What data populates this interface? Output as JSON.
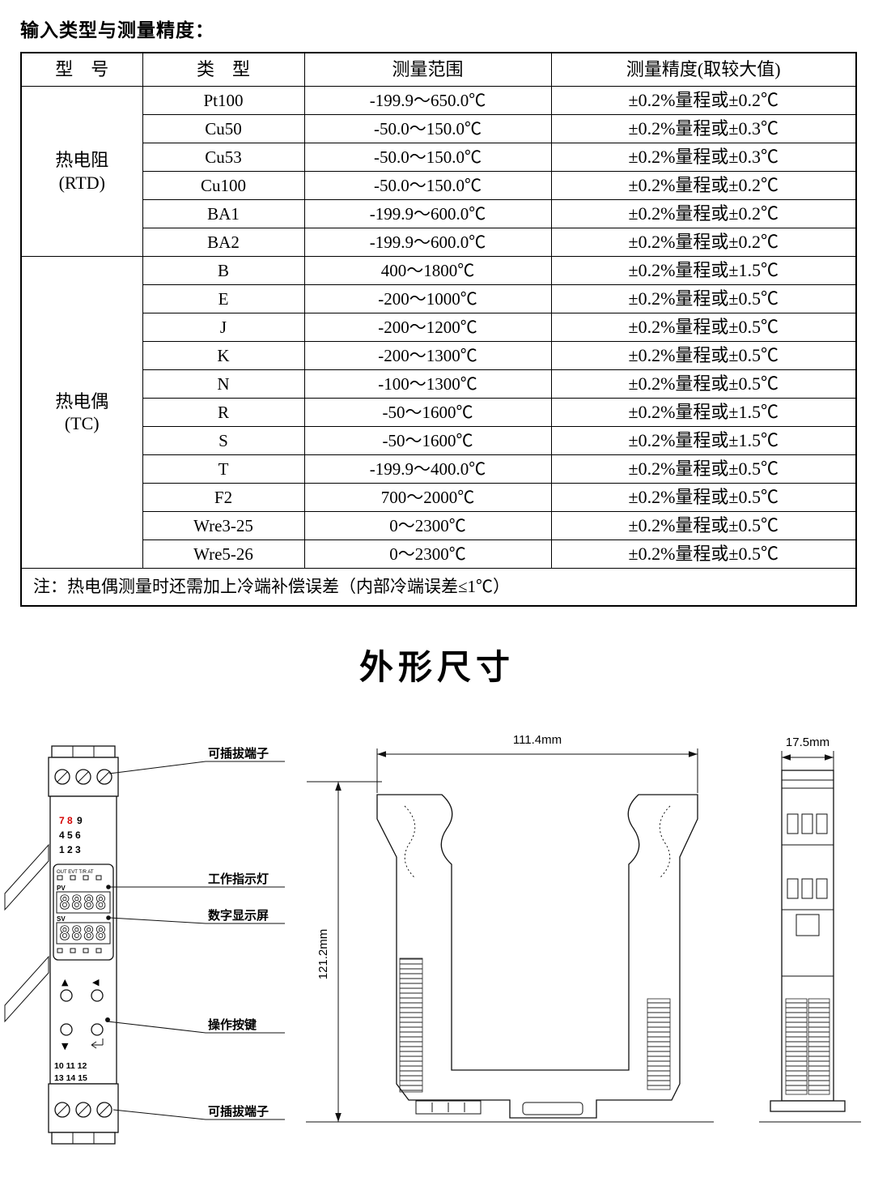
{
  "page": {
    "title": "输入类型与测量精度："
  },
  "table": {
    "headers": {
      "model": "型　号",
      "type": "类　型",
      "range": "测量范围",
      "accuracy": "测量精度(取较大值)"
    },
    "groups": [
      {
        "name": "热电阻",
        "abbr": "(RTD)"
      },
      {
        "name": "热电偶",
        "abbr": "(TC)"
      }
    ],
    "rows": [
      {
        "type": "Pt100",
        "range": "-199.9～650.0℃",
        "accuracy": "±0.2%量程或±0.2℃"
      },
      {
        "type": "Cu50",
        "range": "-50.0～150.0℃",
        "accuracy": "±0.2%量程或±0.3℃"
      },
      {
        "type": "Cu53",
        "range": "-50.0～150.0℃",
        "accuracy": "±0.2%量程或±0.3℃"
      },
      {
        "type": "Cu100",
        "range": "-50.0～150.0℃",
        "accuracy": "±0.2%量程或±0.2℃"
      },
      {
        "type": "BA1",
        "range": "-199.9～600.0℃",
        "accuracy": "±0.2%量程或±0.2℃"
      },
      {
        "type": "BA2",
        "range": "-199.9～600.0℃",
        "accuracy": "±0.2%量程或±0.2℃"
      },
      {
        "type": "B",
        "range": "400～1800℃",
        "accuracy": "±0.2%量程或±1.5℃"
      },
      {
        "type": "E",
        "range": "-200～1000℃",
        "accuracy": "±0.2%量程或±0.5℃"
      },
      {
        "type": "J",
        "range": "-200～1200℃",
        "accuracy": "±0.2%量程或±0.5℃"
      },
      {
        "type": "K",
        "range": "-200～1300℃",
        "accuracy": "±0.2%量程或±0.5℃"
      },
      {
        "type": "N",
        "range": "-100～1300℃",
        "accuracy": "±0.2%量程或±0.5℃"
      },
      {
        "type": "R",
        "range": "-50～1600℃",
        "accuracy": "±0.2%量程或±1.5℃"
      },
      {
        "type": "S",
        "range": "-50～1600℃",
        "accuracy": "±0.2%量程或±1.5℃"
      },
      {
        "type": "T",
        "range": "-199.9～400.0℃",
        "accuracy": "±0.2%量程或±0.5℃"
      },
      {
        "type": "F2",
        "range": "700～2000℃",
        "accuracy": "±0.2%量程或±0.5℃"
      },
      {
        "type": "Wre3-25",
        "range": "0～2300℃",
        "accuracy": "±0.2%量程或±0.5℃"
      },
      {
        "type": "Wre5-26",
        "range": "0～2300℃",
        "accuracy": "±0.2%量程或±0.5℃"
      }
    ],
    "note": "注：热电偶测量时还需加上冷端补偿误差（内部冷端误差≤1℃）"
  },
  "section_title": "外形尺寸",
  "drawing": {
    "callouts": {
      "terminal_top": "可插拔端子",
      "indicator": "工作指示灯",
      "display": "数字显示屏",
      "buttons": "操作按键",
      "terminal_bottom": "可插拔端子"
    },
    "dimensions": {
      "width": "111.4mm",
      "height": "121.2mm",
      "depth": "17.5mm"
    },
    "panel": {
      "num_red": "7 8",
      "num_black": "9",
      "num_row2": "4 5 6",
      "num_row3": "1 2 3",
      "leds": "OUT EVT T/R AT",
      "pv": "PV",
      "sv": "SV",
      "display_digits": "8888",
      "num_bottom1": "10 11 12",
      "num_bottom2": "13 14 15",
      "btn_up": "▲",
      "btn_left": "◀",
      "btn_down": "▼"
    }
  }
}
